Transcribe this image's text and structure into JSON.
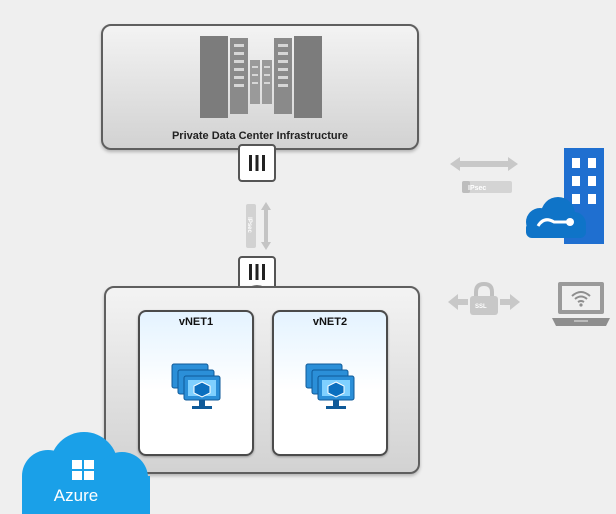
{
  "diagram": {
    "datacenter": {
      "label": "Private Data Center Infrastructure"
    },
    "links": {
      "vertical_label": "IPsec",
      "ipsec_label": "IPsec",
      "ssl_label": "SSL"
    },
    "vnets": [
      {
        "label": "vNET1"
      },
      {
        "label": "vNET2"
      }
    ],
    "cloud": {
      "label": "Azure"
    },
    "colors": {
      "azure_blue": "#1aa0e8",
      "building_blue": "#1f6fd0",
      "box_border": "#5f5f5f",
      "connector_gray": "#c4c4c4"
    },
    "icons": [
      "server-rack-icon",
      "gateway-icon",
      "double-arrow-icon",
      "lock-icon",
      "building-icon",
      "cloud-icon",
      "laptop-icon",
      "wifi-icon",
      "virtual-machine-icon",
      "windows-logo-icon"
    ]
  }
}
